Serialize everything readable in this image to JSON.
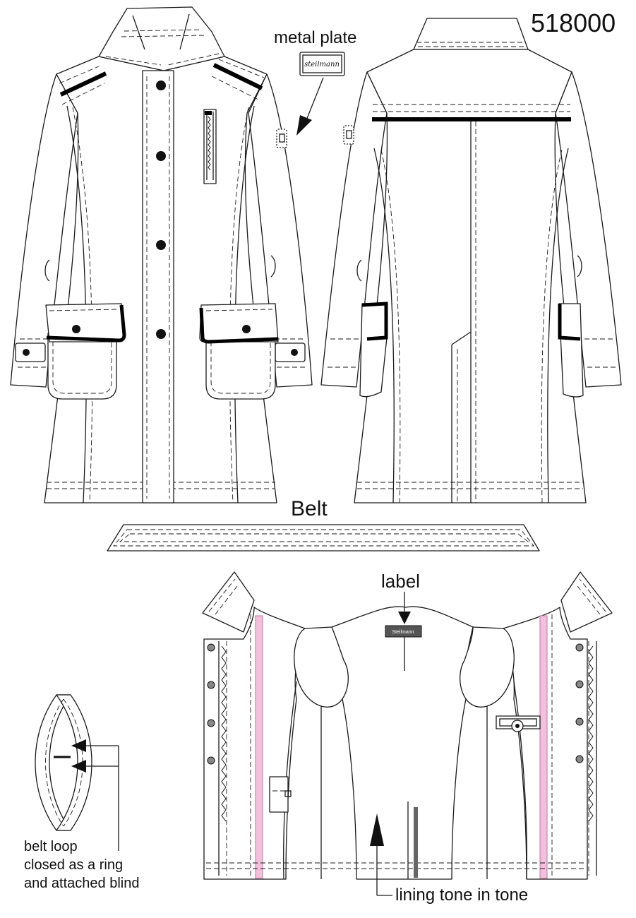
{
  "style_number": "518000",
  "callouts": {
    "metal_plate": "metal plate",
    "belt": "Belt",
    "label": "label",
    "belt_loop_lines": [
      "belt loop",
      "closed as a ring",
      "and attached blind"
    ],
    "lining": "lining tone in tone"
  },
  "brand_marks": {
    "plate_text": "steilmann",
    "label_text": "Steilmann"
  },
  "colors": {
    "outline": "#1a1a1a",
    "trim_black": "#000000",
    "facing_pink": "#f2bfdc",
    "label_grey": "#555555",
    "background": "#ffffff"
  }
}
